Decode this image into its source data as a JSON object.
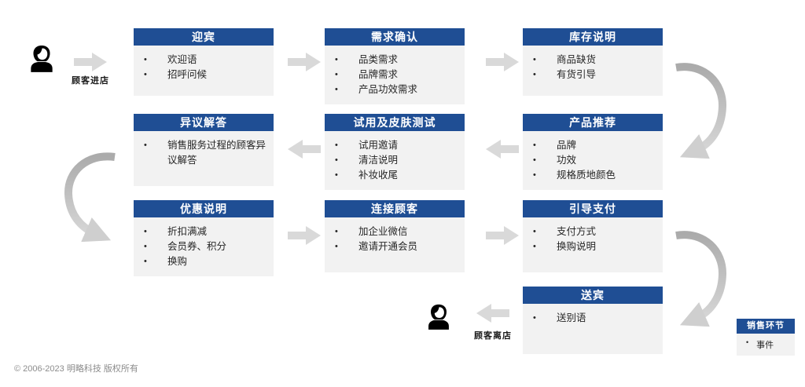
{
  "footer": {
    "copyright": "© 2006-2023 明略科技 版权所有"
  },
  "entry": {
    "label": "顾客进店"
  },
  "exit": {
    "label": "顾客离店"
  },
  "legend": {
    "title": "销售环节",
    "item": "事件"
  },
  "colors": {
    "header_blue": "#1F4E94",
    "box_bg": "#F2F2F2",
    "block_arrow_gray": "#D9D9D9",
    "curve_arrow_gray": "#BDBDBD"
  },
  "boxes": [
    {
      "title": "迎宾",
      "items": [
        "欢迎语",
        "招呼问候"
      ]
    },
    {
      "title": "需求确认",
      "items": [
        "品类需求",
        "品牌需求",
        "产品功效需求"
      ]
    },
    {
      "title": "库存说明",
      "items": [
        "商品缺货",
        "有货引导"
      ]
    },
    {
      "title": "异议解答",
      "items": [
        "销售服务过程的顾客异议解答"
      ]
    },
    {
      "title": "试用及皮肤测试",
      "items": [
        "试用邀请",
        "清洁说明",
        "补妆收尾"
      ]
    },
    {
      "title": "产品推荐",
      "items": [
        "品牌",
        "功效",
        "规格质地颜色"
      ]
    },
    {
      "title": "优惠说明",
      "items": [
        "折扣满减",
        "会员券、积分",
        "换购"
      ]
    },
    {
      "title": "连接顾客",
      "items": [
        "加企业微信",
        "邀请开通会员"
      ]
    },
    {
      "title": "引导支付",
      "items": [
        "支付方式",
        "换购说明"
      ]
    },
    {
      "title": "送宾",
      "items": [
        "送别语"
      ]
    }
  ]
}
